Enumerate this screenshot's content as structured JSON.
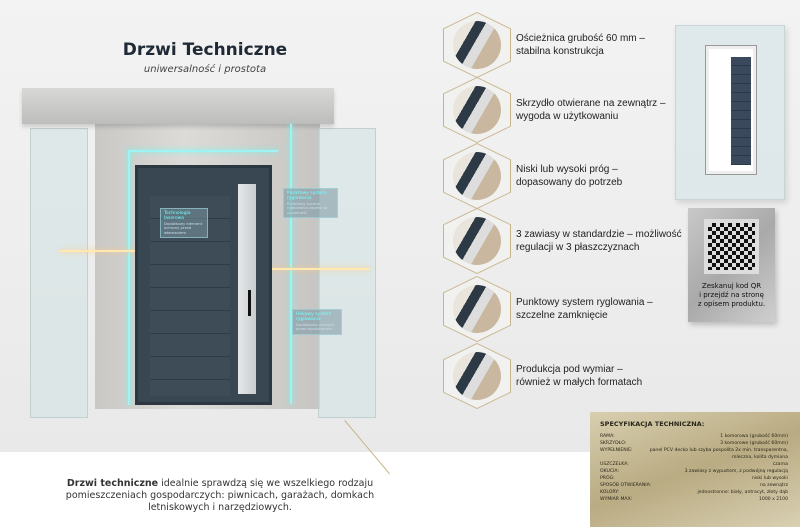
{
  "header": {
    "title": "Drzwi Techniczne",
    "subtitle": "uniwersalność i prostota"
  },
  "door_labels": [
    {
      "title": "Technologia laserowa",
      "desc": "Dodatkowy element ochrony przed włamaniem"
    },
    {
      "title": "Punktowy system ryglowania",
      "desc": "Punktowy system ryglowania zapewnia szczelność"
    },
    {
      "title": "Hakowy system ryglowania",
      "desc": "Dodatkowa ochrona przed wyważeniem"
    }
  ],
  "features": [
    {
      "line1": "Ościeżnica grubość 60 mm –",
      "line2": "stabilna konstrukcja"
    },
    {
      "line1": "Skrzydło otwierane na zewnątrz –",
      "line2": "wygoda w użytkowaniu"
    },
    {
      "line1": "Niski lub wysoki próg –",
      "line2": "dopasowany do potrzeb"
    },
    {
      "line1": "3 zawiasy w standardzie – możliwość",
      "line2": "regulacji w 3 płaszczyznach"
    },
    {
      "line1": "Punktowy system ryglowania –",
      "line2": "szczelne zamknięcie"
    },
    {
      "line1": "Produkcja pod wymiar –",
      "line2": "również w małych formatach"
    }
  ],
  "qr": {
    "line1": "Zeskanuj kod QR",
    "line2": "i przejdź na stronę",
    "line3": "z opisem produktu."
  },
  "spec": {
    "title": "SPECYFIKACJA TECHNICZNA:",
    "rows": [
      {
        "k": "RAMA:",
        "v": "1 komorowa (grubość 60mm)"
      },
      {
        "k": "SKRZYDŁO:",
        "v": "3 komorowe (grubość 60mm)"
      },
      {
        "k": "WYPEŁNIENIE:",
        "v": "panel PCV decko lub szyba pospolita 2x min. transparentna, mleczna, kolita dymiona"
      },
      {
        "k": "USZCZELKA:",
        "v": "czarna"
      },
      {
        "k": "OKUCIA:",
        "v": "3 zawiasy z wypustem, z podwójną regulacją"
      },
      {
        "k": "PRÓG:",
        "v": "niski lub wysoki"
      },
      {
        "k": "SPOSÓB OTWIERANIA:",
        "v": "na zewnątrz"
      },
      {
        "k": "KOLORY:",
        "v": "jednostronne: biały, antracyt, złoty dąb"
      },
      {
        "k": "WYMIAR MAX:",
        "v": "1000 x 2100"
      }
    ]
  },
  "description": {
    "bold": "Drzwi techniczne",
    "text": " idealnie sprawdzą się we wszelkiego rodzaju pomieszczeniach gospodarczych: piwnicach, garażach, domkach letniskowych i narzędziowych."
  },
  "colors": {
    "accent_gold": "#c7b48a",
    "door": "#394753",
    "led": "#9ff3f5"
  }
}
